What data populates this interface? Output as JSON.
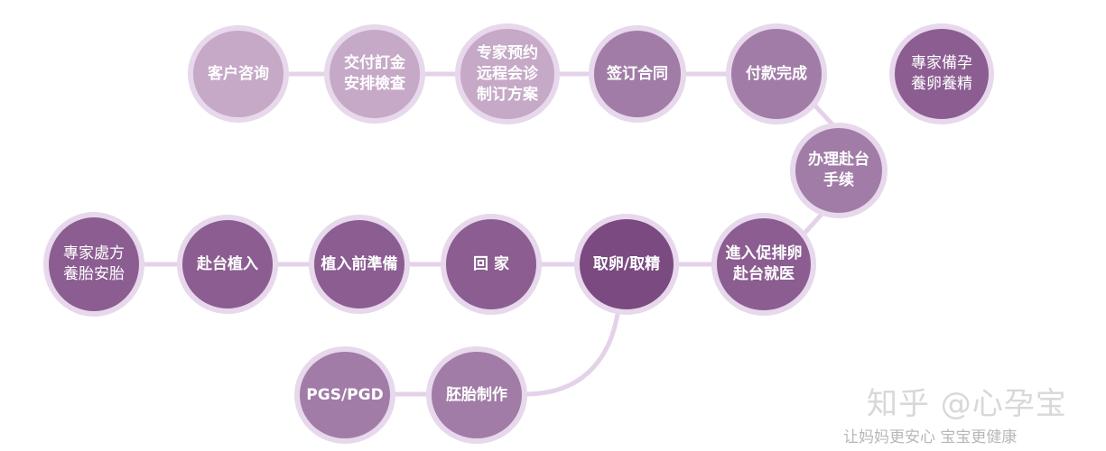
{
  "colors": {
    "ring": "#e7d8ec",
    "connector": "#e4d2e9",
    "light": "#c5a9c7",
    "mid": "#a17ca7",
    "dark": "#8b5d91",
    "darkest": "#7a4a80"
  },
  "nodes": [
    {
      "id": "consult",
      "label": "客户咨询",
      "shade": "light",
      "bold": true
    },
    {
      "id": "deposit",
      "label": "交付訂金\n安排檢查",
      "shade": "light",
      "bold": true
    },
    {
      "id": "remote",
      "label": "专家预约\n远程会诊\n制订方案",
      "shade": "light",
      "bold": true
    },
    {
      "id": "contract",
      "label": "签订合同",
      "shade": "mid",
      "bold": true
    },
    {
      "id": "payment",
      "label": "付款完成",
      "shade": "mid",
      "bold": true
    },
    {
      "id": "prep-care",
      "label": "專家備孕\n養卵養精",
      "shade": "dark",
      "bold": false
    },
    {
      "id": "travel",
      "label": "办理赴台\n手续",
      "shade": "mid",
      "bold": true
    },
    {
      "id": "stimulation",
      "label": "進入促排卵\n赴台就医",
      "shade": "dark",
      "bold": true
    },
    {
      "id": "retrieval",
      "label": "取卵/取精",
      "shade": "darkest",
      "bold": true
    },
    {
      "id": "home",
      "label": "回 家",
      "shade": "dark",
      "bold": true
    },
    {
      "id": "pre-transfer",
      "label": "植入前準備",
      "shade": "dark",
      "bold": true
    },
    {
      "id": "transfer",
      "label": "赴台植入",
      "shade": "dark",
      "bold": true
    },
    {
      "id": "prescription",
      "label": "專家處方\n養胎安胎",
      "shade": "dark",
      "bold": false
    },
    {
      "id": "embryo",
      "label": "胚胎制作",
      "shade": "mid",
      "bold": true
    },
    {
      "id": "pgs",
      "label": "PGS/PGD",
      "shade": "mid",
      "bold": true
    }
  ],
  "watermark": {
    "main": "知乎 @心孕宝",
    "sub": "让妈妈更安心 宝宝更健康"
  }
}
